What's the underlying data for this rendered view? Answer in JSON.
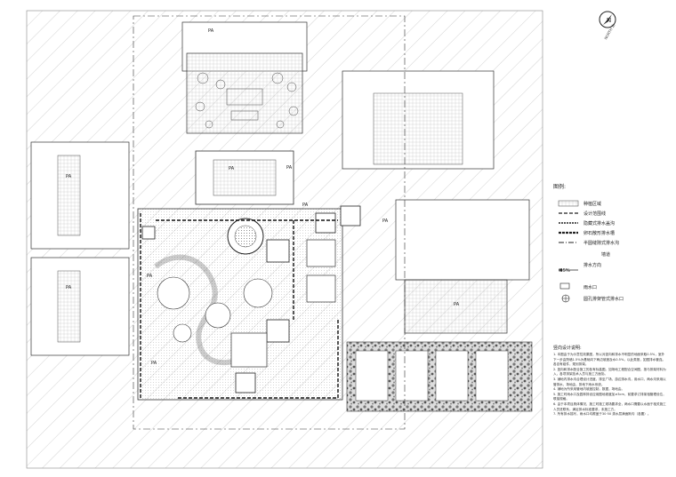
{
  "north": {
    "label": "NORTH 北",
    "letter": "N"
  },
  "area_labels": [
    "PA",
    "PA",
    "PA",
    "PA",
    "PA",
    "PA",
    "PA",
    "PA",
    "PA",
    "PA"
  ],
  "legend": {
    "title": "图例:",
    "items": [
      {
        "symbol": "hatch-box",
        "label": "种植区域"
      },
      {
        "symbol": "dash-line",
        "label": "设计范围线"
      },
      {
        "symbol": "dense-dash",
        "label": "隐藏式排水盖沟"
      },
      {
        "symbol": "thick-dash",
        "label": "卵石散形排水槽"
      },
      {
        "symbol": "dot-dash",
        "label": "半圆缝隙式排水沟"
      },
      {
        "symbol": "none",
        "label": "墙道"
      },
      {
        "symbol": "arrow",
        "label": "排水方向",
        "value": "0.5%"
      },
      {
        "symbol": "rect",
        "label": "雨水口"
      },
      {
        "symbol": "circle-cross",
        "label": "圆孔排架管式排水口"
      }
    ]
  },
  "notes": {
    "title": "竖向设计说明:",
    "items": [
      "1. 本图由于为示意性效果图，所以对竖向和排水不明显的地面采取0.5%，室外下一步由院墙1.5%为基础向下两边坡度及水0.5%，以此类推，如图排水管连。各自有组件，规划排架。",
      "2. 竖向和排水配合施工的各有标高图。如场地工程配合空间图，按与排架材料为入，各项排架技术入员与施工方面协。",
      "3. 铺地内排水沟合理设计进度，排至广场，游边排水沟，用水口，两水沟采用以管排水，场地由，排地下雨水系统。",
      "4. 铺地为所采用管地内坡度控制，数据，场地由。",
      "5. 施工时雨水口及园林排设应用图地坡度加≥3cm，前要求订排架相管理设位，联接规格。",
      "6. 由于本项目具体情况，施工时施工现场要求全，两水口需要以水面于相关施工人员进联系，满足排水标准要求，未施工方。",
      "7. 所有排水描写，雨水口均覆盖于30·50 类水层满面斯沟（各置）。"
    ]
  }
}
